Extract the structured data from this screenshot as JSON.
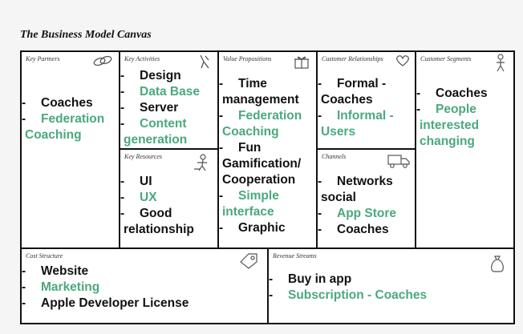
{
  "title": "The Business Model Canvas",
  "colors": {
    "black": "#111111",
    "green": "#4aa97c"
  },
  "blocks": {
    "key_partners": {
      "header": "Key Partners",
      "icon": "link-icon",
      "items": [
        {
          "dash": "-",
          "text": "Coaches",
          "color": "black"
        },
        {
          "dash": "-",
          "text": "Federation",
          "color": "green"
        },
        {
          "dash": "",
          "text": "Coaching",
          "color": "green"
        }
      ]
    },
    "key_activities": {
      "header": "Key Activities",
      "icon": "tools-icon",
      "items": [
        {
          "dash": "-",
          "text": "Design",
          "color": "black"
        },
        {
          "dash": "-",
          "text": "Data Base",
          "color": "green"
        },
        {
          "dash": "-",
          "text": "Server",
          "color": "black"
        },
        {
          "dash": "-",
          "text": "Content",
          "color": "green"
        },
        {
          "dash": "",
          "text": "generation",
          "color": "green"
        }
      ]
    },
    "key_resources": {
      "header": "Key Resources",
      "icon": "worker-icon",
      "items": [
        {
          "dash": "-",
          "text": "UI",
          "color": "black"
        },
        {
          "dash": "-",
          "text": "UX",
          "color": "green"
        },
        {
          "dash": "-",
          "text": "Good",
          "color": "black"
        },
        {
          "dash": "",
          "text": "relationship",
          "color": "black"
        }
      ]
    },
    "value_propositions": {
      "header": "Value Propositions",
      "icon": "gift-icon",
      "items": [
        {
          "dash": "-",
          "text": "Time",
          "color": "black"
        },
        {
          "dash": "",
          "text": "management",
          "color": "black"
        },
        {
          "dash": "-",
          "text": "Federation",
          "color": "green"
        },
        {
          "dash": "",
          "text": "Coaching",
          "color": "green"
        },
        {
          "dash": "-",
          "text": "Fun",
          "color": "black"
        },
        {
          "dash": "",
          "text": "Gamification/",
          "color": "black"
        },
        {
          "dash": "",
          "text": "Cooperation",
          "color": "black"
        },
        {
          "dash": "-",
          "text": "Simple",
          "color": "green"
        },
        {
          "dash": "",
          "text": "interface",
          "color": "green"
        },
        {
          "dash": "-",
          "text": "Graphic",
          "color": "black"
        }
      ]
    },
    "customer_relationships": {
      "header": "Customer Relationships",
      "icon": "heart-icon",
      "items": [
        {
          "dash": "-",
          "text": "Formal -",
          "color": "black"
        },
        {
          "dash": "",
          "text": "Coaches",
          "color": "black"
        },
        {
          "dash": "-",
          "text": "Informal -",
          "color": "green"
        },
        {
          "dash": "",
          "text": "Users",
          "color": "green"
        }
      ]
    },
    "channels": {
      "header": "Channels",
      "icon": "truck-icon",
      "items": [
        {
          "dash": "-",
          "text": "Networks",
          "color": "black"
        },
        {
          "dash": "",
          "text": "social",
          "color": "black"
        },
        {
          "dash": "-",
          "text": "App Store",
          "color": "green"
        },
        {
          "dash": "-",
          "text": "Coaches",
          "color": "black"
        }
      ]
    },
    "customer_segments": {
      "header": "Customer Segments",
      "icon": "person-icon",
      "items": [
        {
          "dash": "-",
          "text": "Coaches",
          "color": "black"
        },
        {
          "dash": "-",
          "text": "People",
          "color": "green"
        },
        {
          "dash": "",
          "text": "interested",
          "color": "green"
        },
        {
          "dash": "",
          "text": "changing",
          "color": "green"
        }
      ]
    },
    "cost_structure": {
      "header": "Cost Structure",
      "icon": "price-tag-icon",
      "items": [
        {
          "dash": "-",
          "text": "Website",
          "color": "black"
        },
        {
          "dash": "-",
          "text": "Marketing",
          "color": "green"
        },
        {
          "dash": "-",
          "text": "Apple Developer License",
          "color": "black"
        }
      ]
    },
    "revenue_streams": {
      "header": "Revenue Streams",
      "icon": "money-bag-icon",
      "items": [
        {
          "dash": "-",
          "text": "Buy in app",
          "color": "black"
        },
        {
          "dash": "-",
          "text": "Subscription - Coaches",
          "color": "green"
        }
      ]
    }
  }
}
